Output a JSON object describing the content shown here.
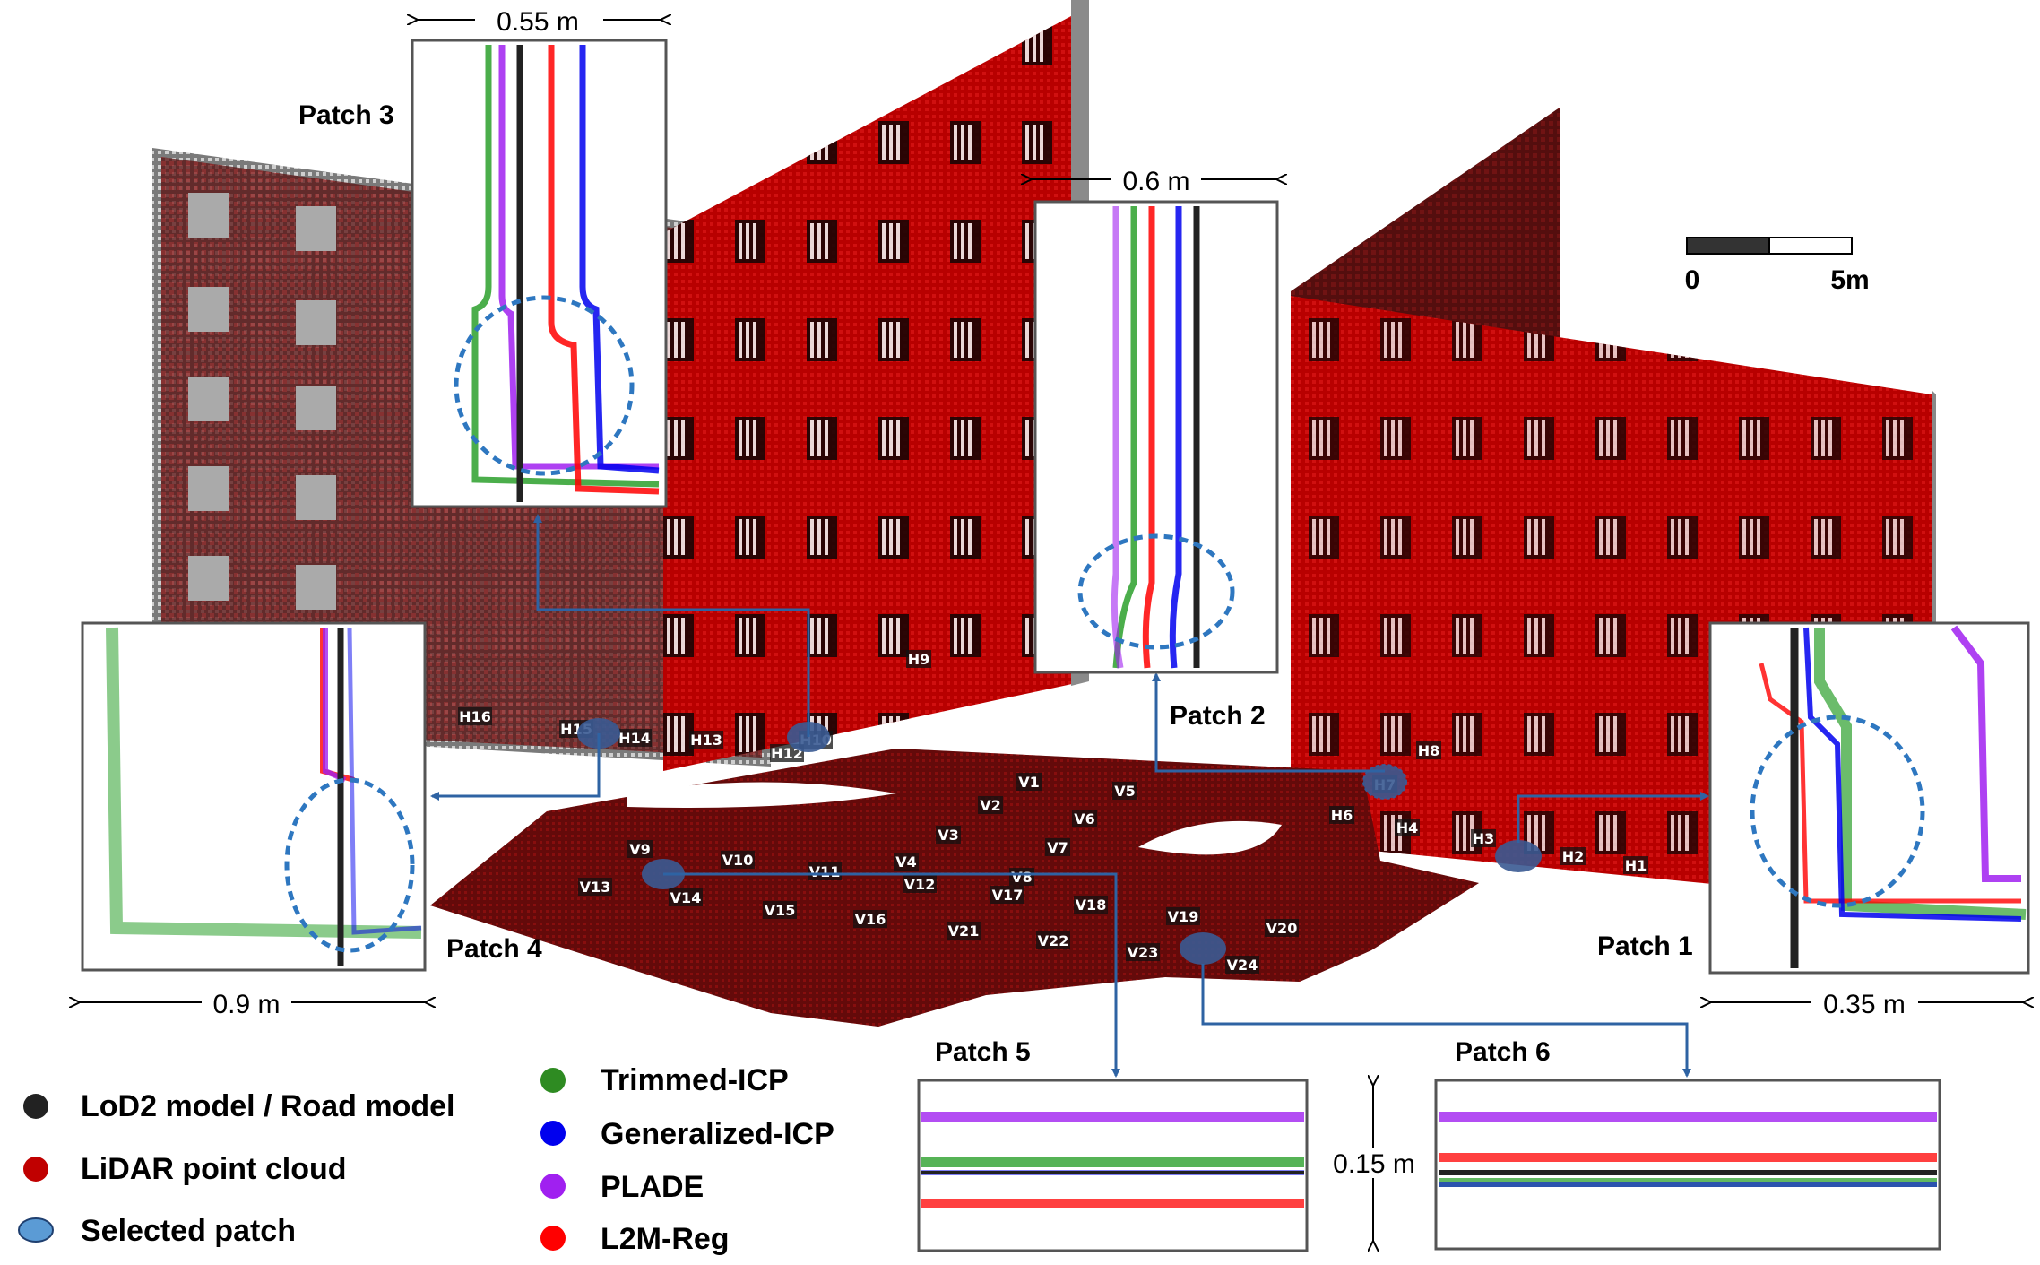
{
  "patches": {
    "p1": {
      "label": "Patch 1",
      "scale": "0.35 m"
    },
    "p2": {
      "label": "Patch 2",
      "scale": "0.6 m"
    },
    "p3": {
      "label": "Patch 3",
      "scale": "0.55 m"
    },
    "p4": {
      "label": "Patch 4",
      "scale": "0.9 m"
    },
    "p5": {
      "label": "Patch 5"
    },
    "p6": {
      "label": "Patch 6",
      "scale": "0.15 m"
    }
  },
  "scale_bar": {
    "start": "0",
    "end": "5m"
  },
  "markers": {
    "H1": "H1",
    "H2": "H2",
    "H3": "H3",
    "H4": "H4",
    "H6": "H6",
    "H7": "H7",
    "H8": "H8",
    "H9": "H9",
    "H10": "H10",
    "H12": "H12",
    "H13": "H13",
    "H14": "H14",
    "H15": "H15",
    "H16": "H16",
    "V1": "V1",
    "V2": "V2",
    "V3": "V3",
    "V4": "V4",
    "V5": "V5",
    "V6": "V6",
    "V7": "V7",
    "V8": "V8",
    "V9": "V9",
    "V10": "V10",
    "V11": "V11",
    "V12": "V12",
    "V13": "V13",
    "V14": "V14",
    "V15": "V15",
    "V16": "V16",
    "V17": "V17",
    "V18": "V18",
    "V19": "V19",
    "V20": "V20",
    "V21": "V21",
    "V22": "V22",
    "V23": "V23",
    "V24": "V24"
  },
  "legend": {
    "left": [
      {
        "label": "LoD2 model / Road model",
        "color": "#222222",
        "shape": "dot"
      },
      {
        "label": "LiDAR point cloud",
        "color": "#c00000",
        "shape": "dot"
      },
      {
        "label": "Selected patch",
        "color": "#5b9bd5",
        "shape": "ellipse"
      }
    ],
    "right": [
      {
        "label": "Trimmed-ICP",
        "color": "#2e8b22",
        "shape": "dot"
      },
      {
        "label": "Generalized-ICP",
        "color": "#0000ee",
        "shape": "dot"
      },
      {
        "label": "PLADE",
        "color": "#a020f0",
        "shape": "dot"
      },
      {
        "label": "L2M-Reg",
        "color": "#ff0000",
        "shape": "dot"
      }
    ]
  },
  "colors": {
    "lod2": "#222222",
    "lidar": "#c00000",
    "selected": "#5b9bd5",
    "trimmed_icp": "#2ca02c",
    "generalized_icp": "#0000ee",
    "plade": "#a020f0",
    "l2m_reg": "#ff0000",
    "arrow": "#2e63a3"
  }
}
